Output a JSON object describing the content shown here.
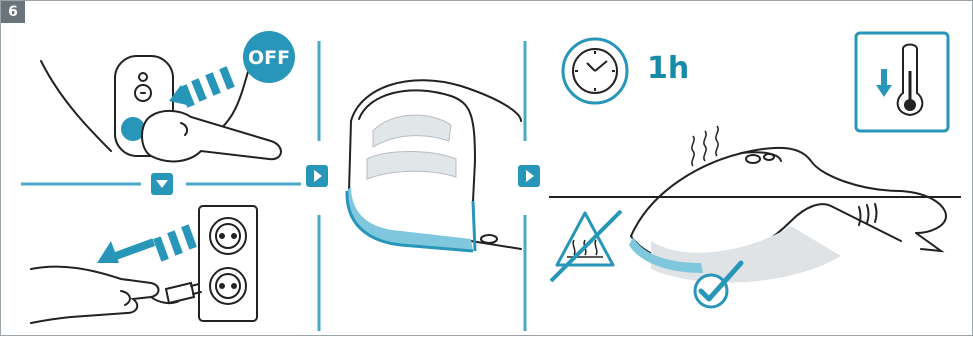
{
  "step": {
    "number": "6"
  },
  "panel1": {
    "button_label": "OFF"
  },
  "panel3": {
    "duration_label": "1h"
  },
  "colors": {
    "accent": "#2796b8",
    "accent_light": "#7ec7dc",
    "line": "#222222",
    "badge": "#6b747a",
    "divider": "#4aa9c9"
  },
  "icons": [
    "power-button-icon",
    "arrow-icon",
    "plug-icon",
    "socket-icon",
    "clock-icon",
    "thermometer-down-icon",
    "hot-surface-warning-icon",
    "check-icon",
    "steam-icon",
    "next-step-icon"
  ]
}
